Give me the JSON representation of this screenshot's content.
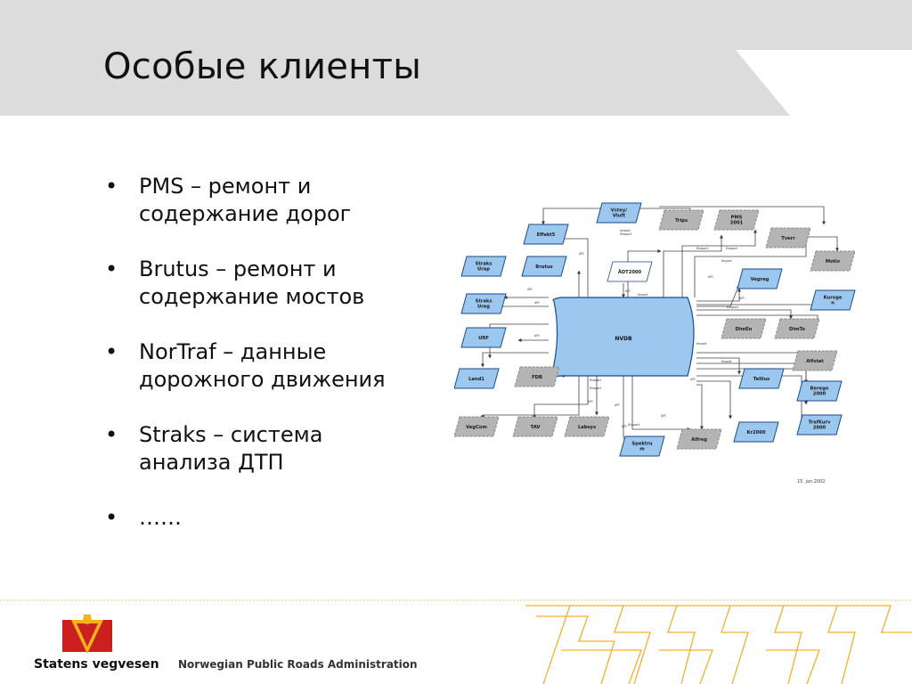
{
  "slide": {
    "title": "Особые клиенты",
    "bullets": [
      {
        "line1": "PMS – ремонт и",
        "line2": "содержание дорог"
      },
      {
        "line1": "Brutus – ремонт и",
        "line2": "содержание мостов"
      },
      {
        "line1": "NorTraf – данные",
        "line2": "дорожного движения"
      },
      {
        "line1": "Straks – система",
        "line2": "анализа ДТП"
      },
      {
        "line1": "……",
        "line2": ""
      }
    ]
  },
  "diagram": {
    "center": "NVDB",
    "date": "15. jan.2002",
    "nodes": {
      "vstey": [
        "Vstey/",
        "Vluft"
      ],
      "trips": [
        "Trips"
      ],
      "pms2001": [
        "PMS",
        "2001"
      ],
      "effekt5": [
        "Effekt5"
      ],
      "tverr": [
        "Tverr"
      ],
      "motiv": [
        "Motiv"
      ],
      "straks_urap": [
        "Straks",
        "Urap"
      ],
      "brutus": [
        "Brutus"
      ],
      "adt2000": [
        "ÅDT2000"
      ],
      "vegreg": [
        "Vegreg"
      ],
      "kurvgen": [
        "Kurvge",
        "n"
      ],
      "straks_ureg": [
        "Straks",
        "Ureg"
      ],
      "dimen": [
        "DimEn"
      ],
      "dimto": [
        "DimTo"
      ],
      "urf": [
        "URF"
      ],
      "alfstat": [
        "Alfstat"
      ],
      "land1": [
        "Land1"
      ],
      "fdb": [
        "FDB"
      ],
      "tellius": [
        "Tellius"
      ],
      "beregn": [
        "Beregn",
        "2000"
      ],
      "vegcom": [
        "VegCom"
      ],
      "tav": [
        "TAV"
      ],
      "labsys": [
        "Labsys"
      ],
      "trafkurv": [
        "TrafKurv",
        "2000"
      ],
      "kr2000": [
        "Kr2000"
      ],
      "spektrum": [
        "Spektru",
        "m"
      ],
      "alfreg": [
        "Alfreg"
      ]
    },
    "edge_labels": {
      "api": "API",
      "import": "Import",
      "eksport": "Eksport",
      "import_eksport": [
        "Import",
        "Eksport"
      ]
    }
  },
  "footer": {
    "org_name": "Statens vegvesen",
    "org_name_en": "Norwegian Public Roads Administration"
  },
  "colors": {
    "header_band": "#dcdcdc",
    "node_blue": "#9cc8f0",
    "node_grey": "#b4b4b4",
    "footer_lines": "#f0b030",
    "logo_red": "#cc1f1f",
    "logo_gold": "#f2b41a"
  }
}
